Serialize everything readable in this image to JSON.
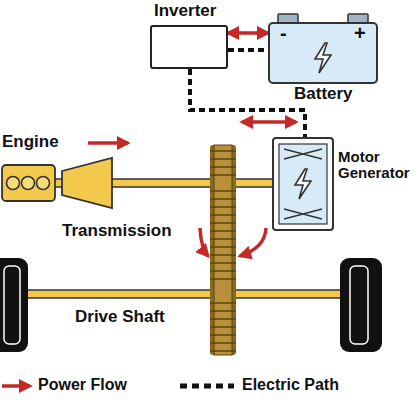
{
  "diagram": {
    "nodes": [
      {
        "text": [
          "Inverter"
        ]
      },
      {
        "text": [
          "Battery",
          "-",
          "+"
        ]
      },
      {
        "text": [
          "Engine"
        ]
      },
      {
        "text": [
          "Transmission"
        ]
      },
      {
        "text": [
          "Motor Generator"
        ]
      }
    ],
    "edges": [
      {
        "from": 0,
        "to": 1,
        "arrow": "both"
      },
      {
        "from": 0,
        "to": 1,
        "arrow": "none"
      },
      {
        "from": 0,
        "to": 4,
        "arrow": "none"
      }
    ],
    "labels": [
      "Drive Shaft"
    ],
    "legend": [
      {
        "text": "Power Flow"
      },
      {
        "text": "Electric Path"
      }
    ]
  }
}
